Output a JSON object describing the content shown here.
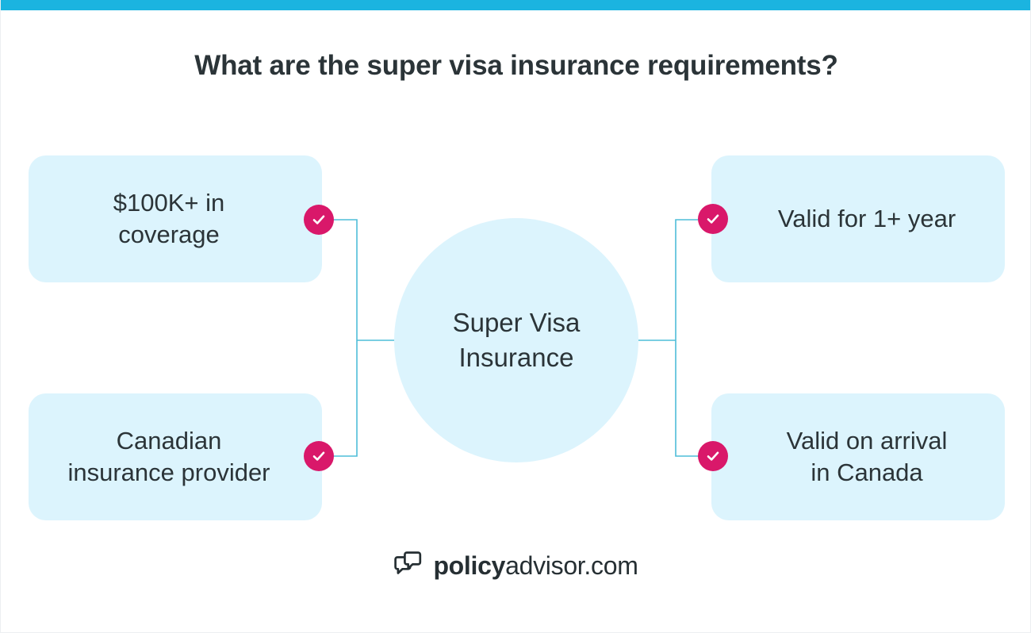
{
  "page": {
    "title": "What are the super visa insurance requirements?",
    "accent_bar_color": "#1BB4E0",
    "box_fill_color": "#DCF4FD",
    "badge_color": "#D9186A",
    "connector_color": "#4FBDD8",
    "text_color": "#2b3438"
  },
  "center": {
    "label": "Super Visa Insurance",
    "line1": "Super Visa",
    "line2": "Insurance"
  },
  "requirements": [
    {
      "id": "coverage-amount",
      "side": "left",
      "position": "top",
      "line1": "$100K+ in",
      "line2": "coverage",
      "badge_icon": "check-icon"
    },
    {
      "id": "canadian-provider",
      "side": "left",
      "position": "bottom",
      "line1": "Canadian",
      "line2": "insurance provider",
      "badge_icon": "check-icon"
    },
    {
      "id": "validity-period",
      "side": "right",
      "position": "top",
      "line1": "Valid for 1+ year",
      "line2": "",
      "badge_icon": "check-icon"
    },
    {
      "id": "valid-on-arrival",
      "side": "right",
      "position": "bottom",
      "line1": "Valid on arrival",
      "line2": "in Canada",
      "badge_icon": "check-icon"
    }
  ],
  "logo": {
    "icon": "speech-bubbles-icon",
    "bold_part": "policy",
    "light_part": "advisor.com",
    "full": "policyadvisor.com"
  }
}
